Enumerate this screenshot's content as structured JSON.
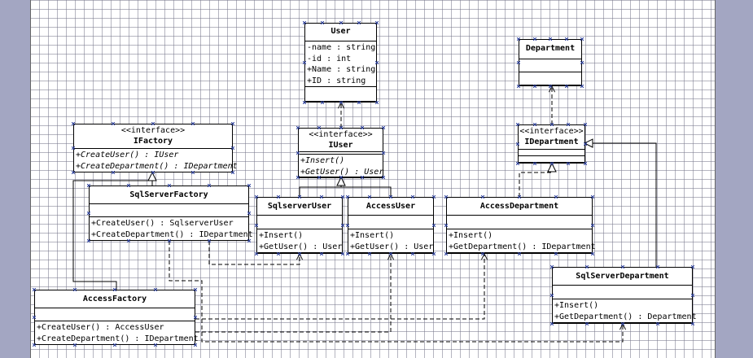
{
  "classes": {
    "user": {
      "name": "User",
      "attributes": [
        "-name : string",
        "-id : int",
        "+Name : string",
        "+ID : string"
      ]
    },
    "iuser": {
      "stereotype": "<<interface>>",
      "name": "IUser",
      "operations": [
        "+Insert()",
        "+GetUser() : User"
      ]
    },
    "department": {
      "name": "Department"
    },
    "idepartment": {
      "stereotype": "<<interface>>",
      "name": "IDepartment"
    },
    "ifactory": {
      "stereotype": "<<interface>>",
      "name": "IFactory",
      "operations": [
        "+CreateUser() : IUser",
        "+CreateDepartment() : IDepartment"
      ]
    },
    "sqlserverfactory": {
      "name": "SqlServerFactory",
      "operations": [
        "+CreateUser() : SqlserverUser",
        "+CreateDepartment() : IDepartment"
      ]
    },
    "sqlserveruser": {
      "name": "SqlserverUser",
      "operations": [
        "+Insert()",
        "+GetUser() : User"
      ]
    },
    "accessuser": {
      "name": "AccessUser",
      "operations": [
        "+Insert()",
        "+GetUser() : User"
      ]
    },
    "accessdepartment": {
      "name": "AccessDepartment",
      "operations": [
        "+Insert()",
        "+GetDepartment() : IDepartment"
      ]
    },
    "accessfactory": {
      "name": "AccessFactory",
      "operations": [
        "+CreateUser() : AccessUser",
        "+CreateDepartment() : IDepartment"
      ]
    },
    "sqlserverdepartment": {
      "name": "SqlServerDepartment",
      "operations": [
        "+Insert()",
        "+GetDepartment() : Department"
      ]
    }
  },
  "colors": {
    "canvas": "#ffffff",
    "desktop": "#a3a6c2",
    "grid": "#8c8ca0",
    "handle": "#2b3f9c",
    "line": "#000000"
  }
}
